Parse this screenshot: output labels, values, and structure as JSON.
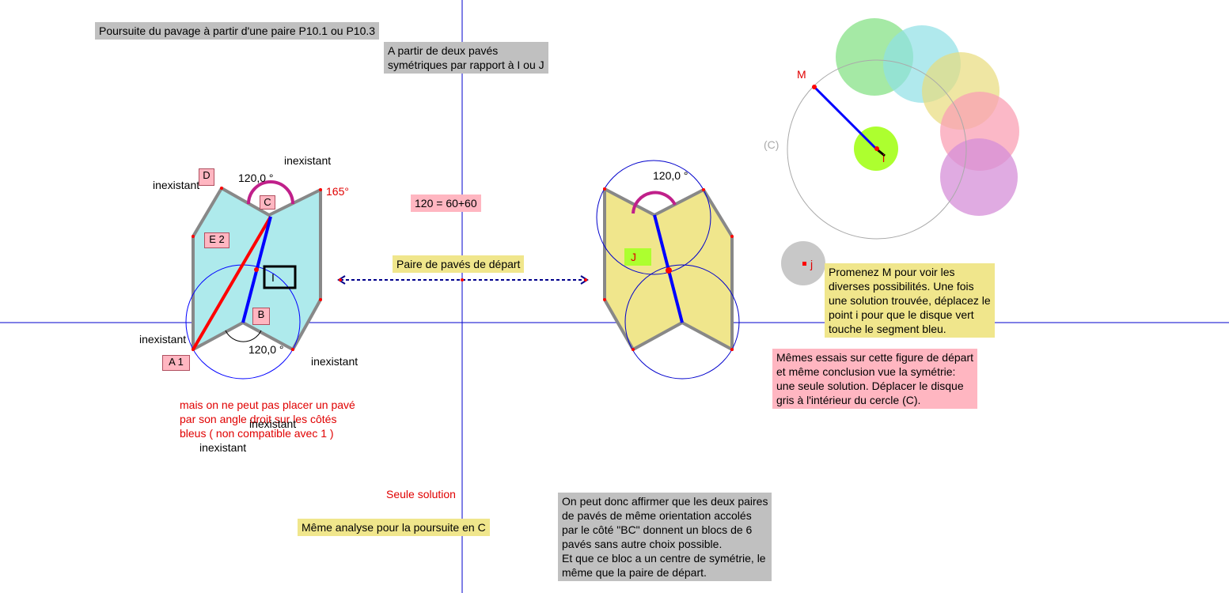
{
  "title_box": "Poursuite du pavage à partir d'une paire P10.1 ou P10.3",
  "sym_box": "A partir de deux pavés\nsymétriques par rapport à I ou J",
  "equation_box": "120 = 60+60",
  "pair_box": "Paire de pavés de départ",
  "promenez_box": "Promenez M pour voir les\ndiverses possibilités. Une fois\nune solution trouvée, déplacez le\npoint i pour que le disque vert\ntouche le segment bleu.",
  "memes_box": "Mêmes essais sur cette figure de départ\n et même conclusion vue la symétrie:\nune seule solution. Déplacer le disque\ngris à l'intérieur du cercle (C).",
  "conclusion_box": "On peut donc affirmer que les deux paires\nde pavés de même orientation accolés\npar le côté \"BC\" donnent un blocs de 6\npavés sans autre choix possible.\nEt que ce bloc a un centre de symétrie, le\nmême que la paire de départ.",
  "analyse_box": "Même analyse pour  la poursuite en C",
  "seule_solution": "Seule solution",
  "red_note": "mais on ne peut pas placer un pavé\npar son angle droit sur les côtés\nbleus ( non compatible avec 1 )",
  "inexistant": "inexistant",
  "angle_label": "120,0 °",
  "angle_165": "165°",
  "points": {
    "A": "A 1",
    "B": "B",
    "C": "C",
    "D": "D",
    "E": "E 2",
    "I": "I",
    "J": "J",
    "M": "M",
    "i": "i",
    "j": "j",
    "circle_C": "(C)"
  },
  "colors": {
    "cyan_fill": "#aeeaec",
    "yellow_fill": "#f0e68c",
    "axis": "#0000cc",
    "red": "#ff0000",
    "blue": "#0000ff",
    "arc": "#c0208a"
  }
}
